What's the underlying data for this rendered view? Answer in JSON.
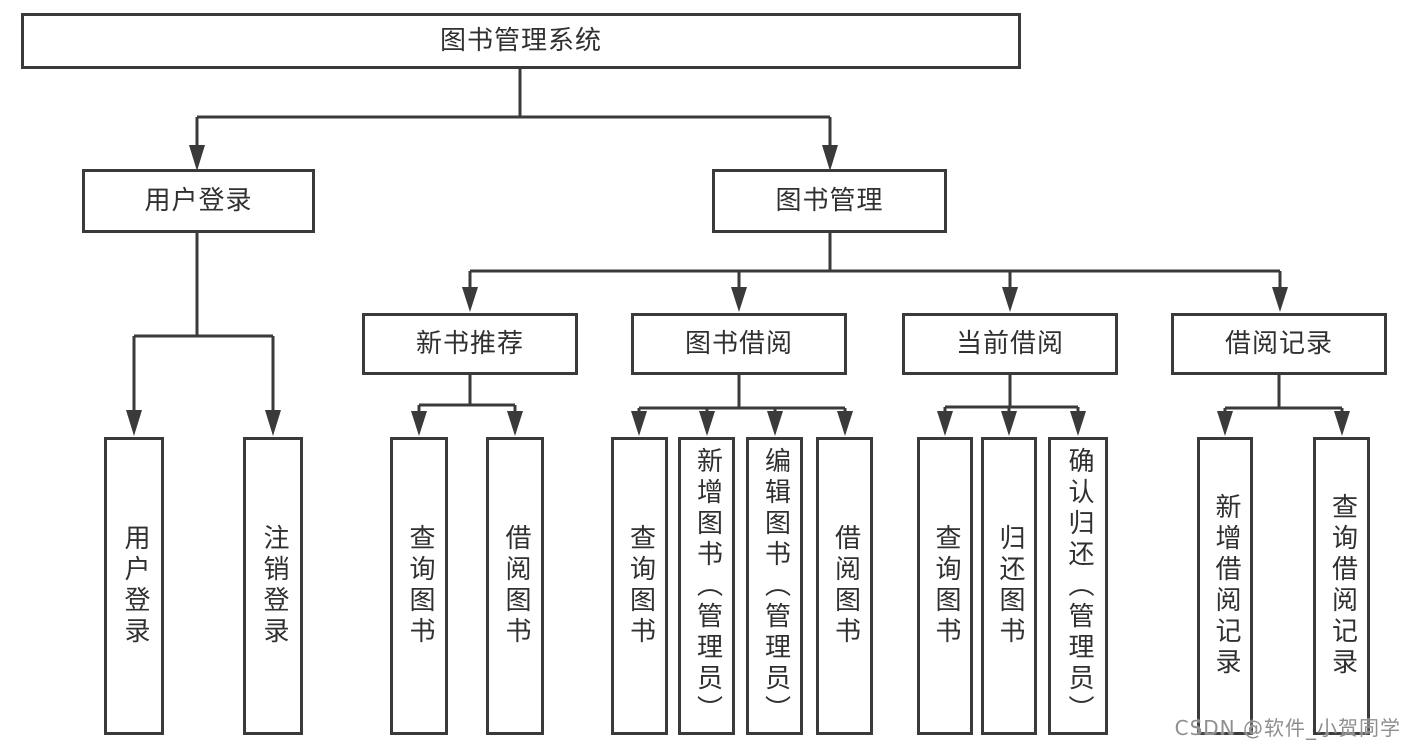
{
  "diagram_type": "functional-structure-tree",
  "colors": {
    "background": "#ffffff",
    "line": "#3a3a3a",
    "box_border": "#3a3a3a",
    "box_fill": "#ffffff",
    "text": "#303030",
    "watermark": "#8f8f8f"
  },
  "tree": {
    "label": "图书管理系统",
    "children": [
      {
        "label": "用户登录",
        "children": [
          {
            "label": "用户登录"
          },
          {
            "label": "注销登录"
          }
        ]
      },
      {
        "label": "图书管理",
        "children": [
          {
            "label": "新书推荐",
            "children": [
              {
                "label": "查询图书"
              },
              {
                "label": "借阅图书"
              }
            ]
          },
          {
            "label": "图书借阅",
            "children": [
              {
                "label": "查询图书"
              },
              {
                "label": "新增图书（管理员）"
              },
              {
                "label": "编辑图书（管理员）"
              },
              {
                "label": "借阅图书"
              }
            ]
          },
          {
            "label": "当前借阅",
            "children": [
              {
                "label": "查询图书"
              },
              {
                "label": "归还图书"
              },
              {
                "label": "确认归还（管理员）"
              }
            ]
          },
          {
            "label": "借阅记录",
            "children": [
              {
                "label": "新增借阅记录"
              },
              {
                "label": "查询借阅记录"
              }
            ]
          }
        ]
      }
    ]
  },
  "watermark": {
    "text": "CSDN @软件_小贺同学"
  }
}
